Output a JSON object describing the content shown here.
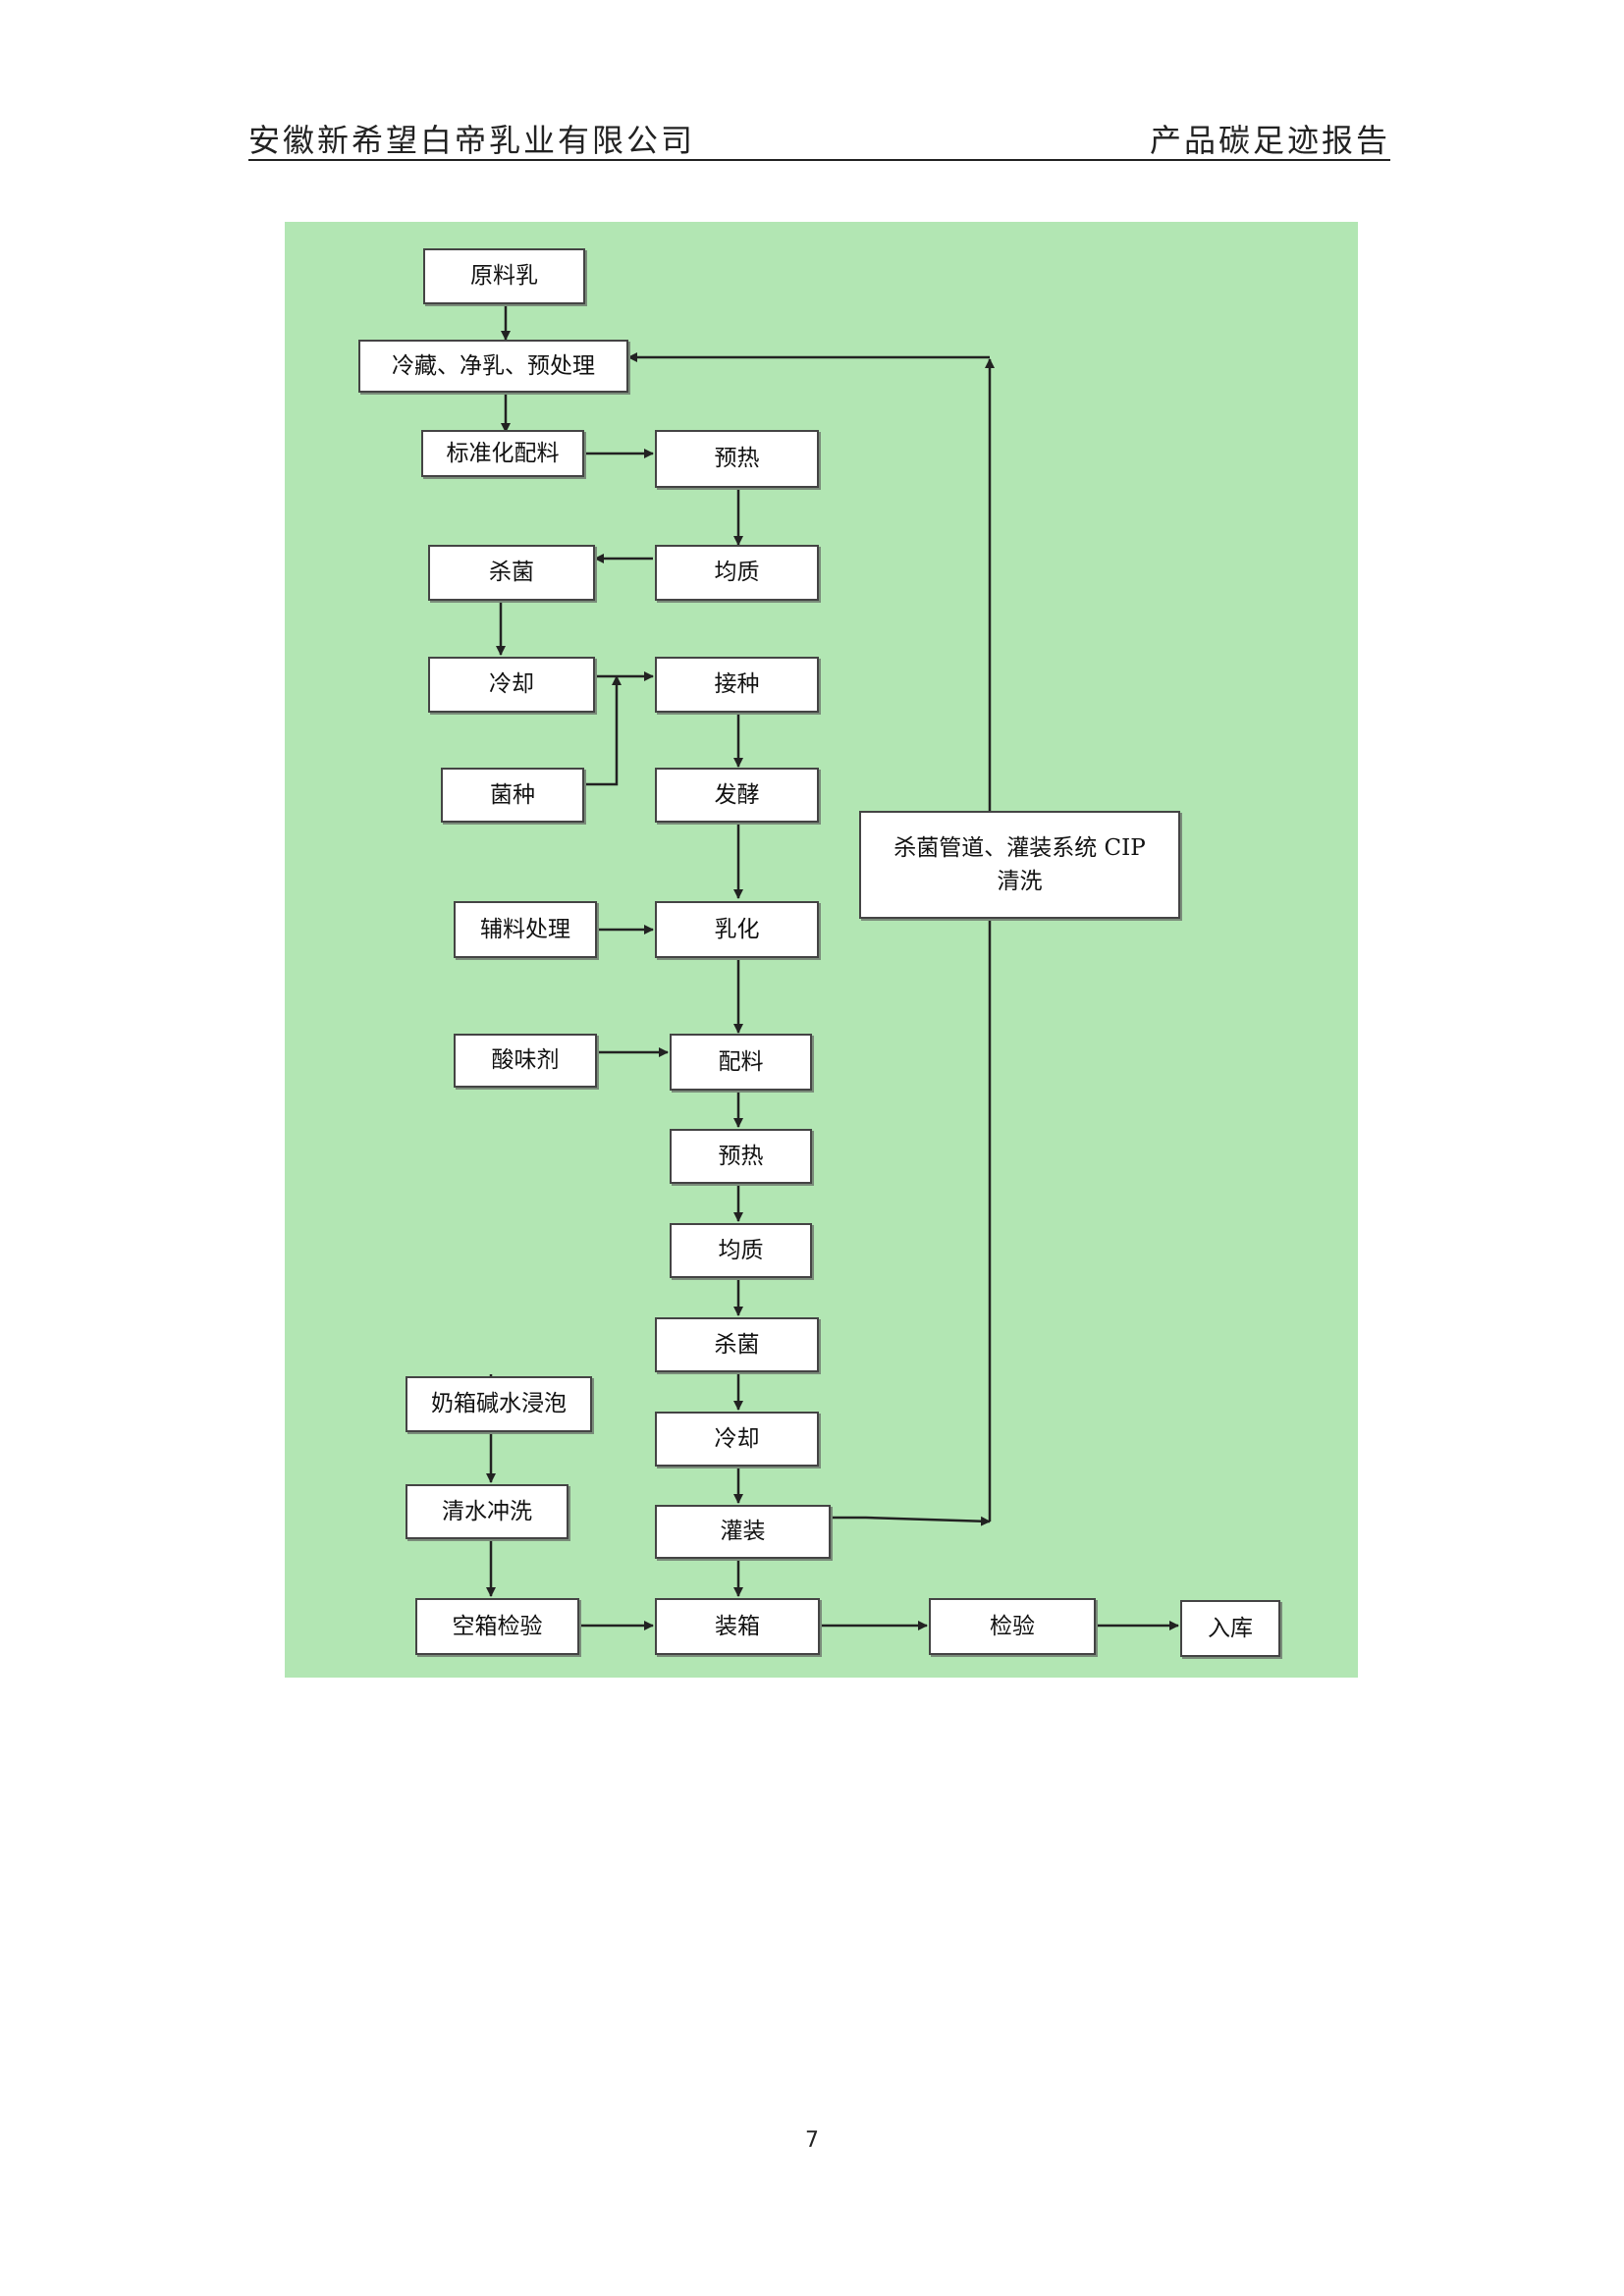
{
  "header": {
    "company": "安徽新希望白帝乳业有限公司",
    "report_title": "产品碳足迹报告"
  },
  "flow": {
    "raw_milk": "原料乳",
    "pretreat": "冷藏、净乳、预处理",
    "standardize": "标准化配料",
    "preheat1": "预热",
    "homogenize1": "均质",
    "sterilize1": "杀菌",
    "cool1": "冷却",
    "inoculate": "接种",
    "culture": "菌种",
    "ferment": "发酵",
    "aux_treat": "辅料处理",
    "emulsify": "乳化",
    "acidulant": "酸味剂",
    "mixing": "配料",
    "preheat2": "预热",
    "homogenize2": "均质",
    "sterilize2": "杀菌",
    "cool2": "冷却",
    "filling": "灌装",
    "cip_line1": "杀菌管道、灌装系统 CIP",
    "cip_line2": "清洗",
    "box_soak": "奶箱碱水浸泡",
    "water_rinse": "清水冲洗",
    "empty_box_check": "空箱检验",
    "boxing": "装箱",
    "inspect": "检验",
    "warehouse": "入库"
  },
  "footer": {
    "page_number": "7"
  }
}
